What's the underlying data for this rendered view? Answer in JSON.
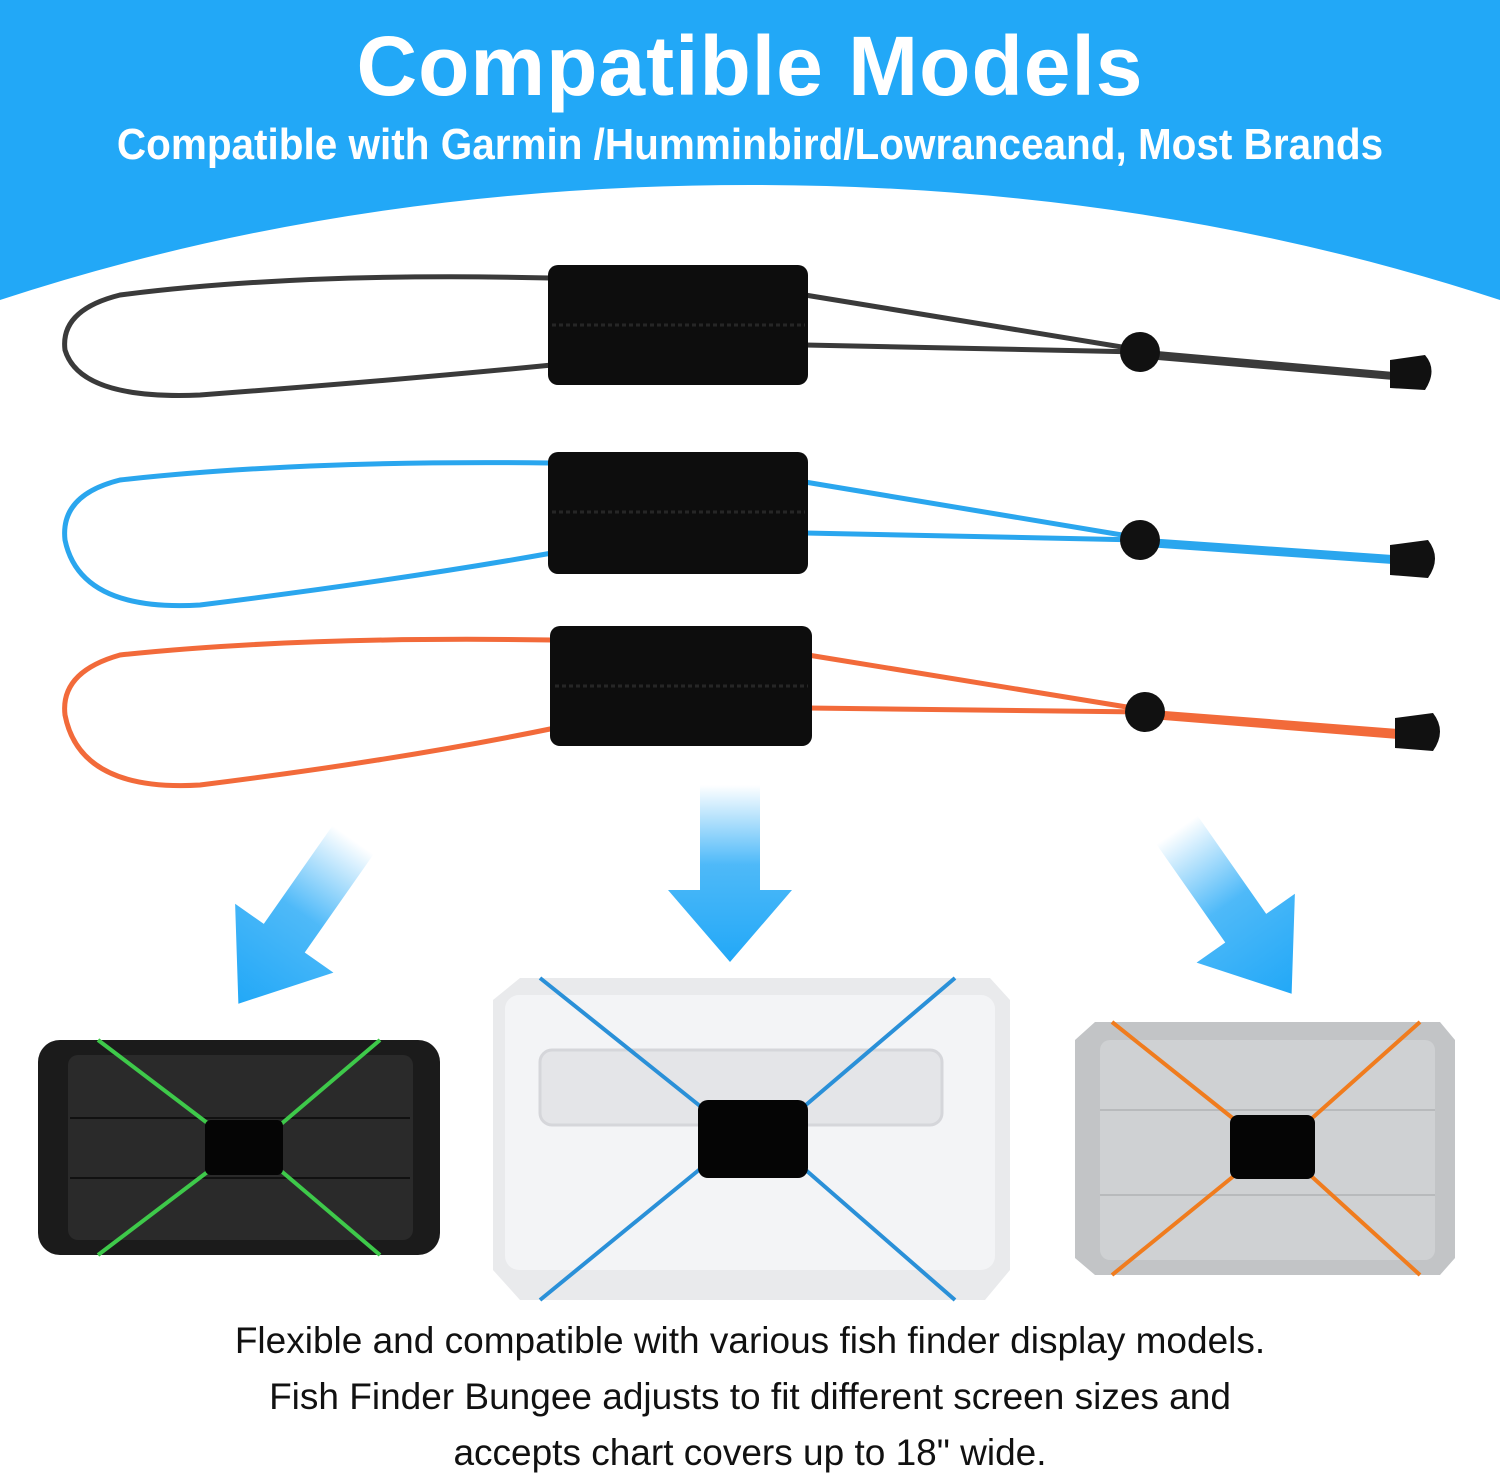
{
  "header": {
    "title": "Compatible Models",
    "subtitle": "Compatible with Garmin /Humminbird/Lowranceand, Most Brands"
  },
  "description": {
    "line1": "Flexible and compatible with various fish finder display models.",
    "line2": "Fish Finder Bungee adjusts to fit different screen sizes and",
    "line3": "accepts chart covers up to 18\" wide."
  },
  "colors": {
    "banner": "#22a8f7",
    "bungee_black": "#3a3a3a",
    "bungee_blue": "#2aa6ee",
    "bungee_orange": "#f26a3a",
    "cross_green": "#3ec94a"
  }
}
